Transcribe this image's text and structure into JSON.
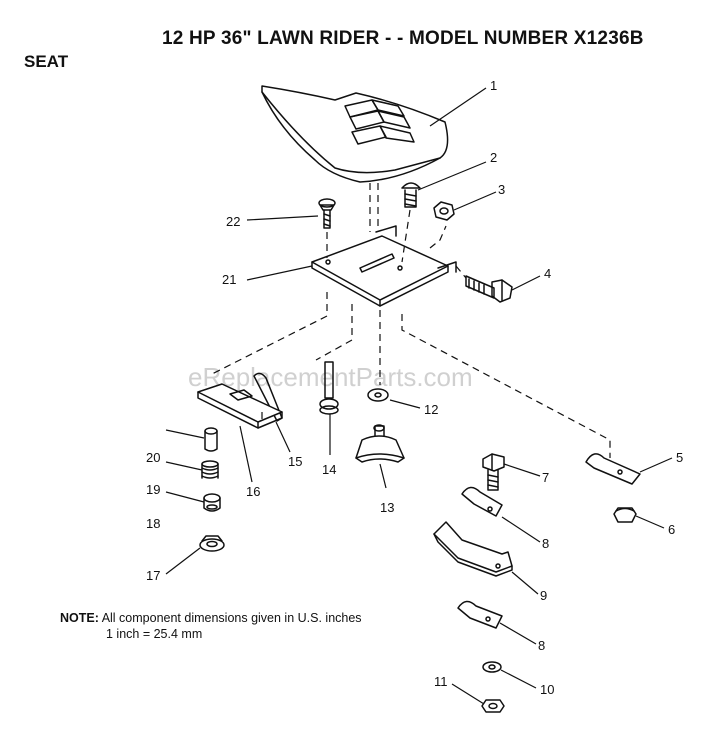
{
  "title": "12 HP 36\" LAWN RIDER - - MODEL NUMBER X1236B",
  "section": "SEAT",
  "note": {
    "label": "NOTE:",
    "line1": "All component dimensions given in U.S. inches",
    "line2": "1 inch = 25.4 mm"
  },
  "watermark": "eReplacementParts.com",
  "callouts": {
    "c1": "1",
    "c2": "2",
    "c3": "3",
    "c4": "4",
    "c5": "5",
    "c6": "6",
    "c7": "7",
    "c8a": "8",
    "c8b": "8",
    "c9": "9",
    "c10": "10",
    "c11": "11",
    "c12": "12",
    "c13": "13",
    "c14": "14",
    "c15": "15",
    "c16": "16",
    "c17": "17",
    "c18": "18",
    "c19": "19",
    "c20": "20",
    "c21": "21",
    "c22": "22"
  }
}
